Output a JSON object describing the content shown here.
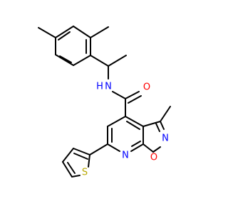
{
  "colors": {
    "bond": "#000000",
    "O": "#ff0000",
    "N": "#0000ff",
    "S": "#b8a800",
    "background": "#ffffff"
  },
  "atoms": {
    "amide_N": {
      "text": "N",
      "element": "N"
    },
    "amide_H": {
      "text": "H",
      "element": "N"
    },
    "carbonyl_O": {
      "text": "O",
      "element": "O"
    },
    "isoxazole_N": {
      "text": "N",
      "element": "N"
    },
    "isoxazole_O": {
      "text": "O",
      "element": "O"
    },
    "pyridine_N": {
      "text": "N",
      "element": "N"
    },
    "thiophene_S": {
      "text": "S",
      "element": "S"
    }
  }
}
